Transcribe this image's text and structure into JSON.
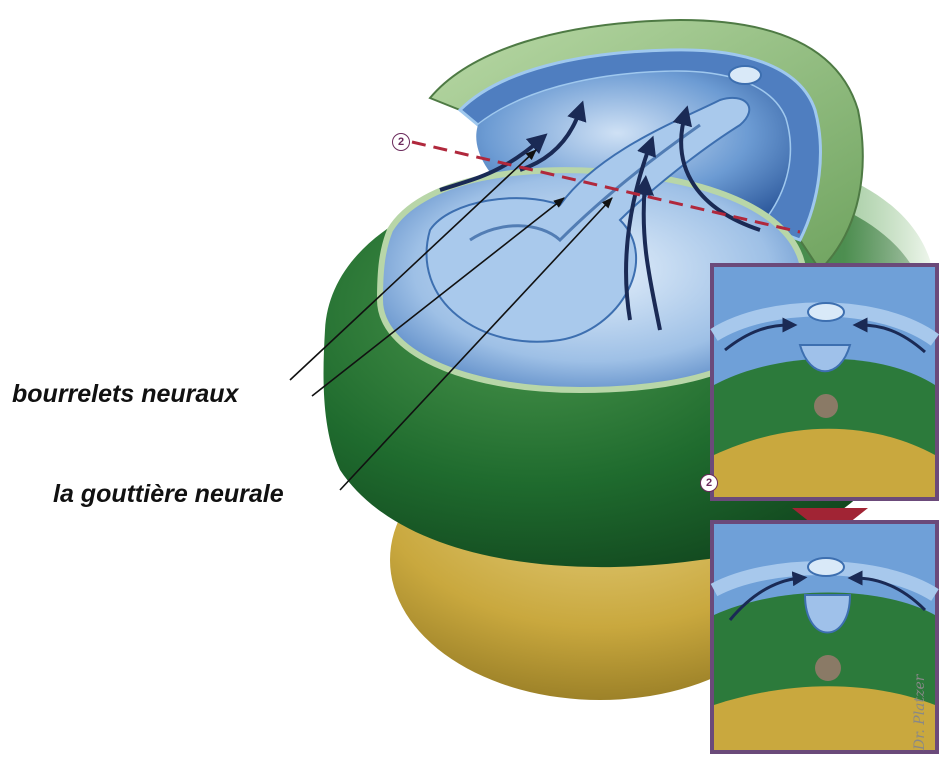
{
  "labels": {
    "neural_folds": "bourrelets neuraux",
    "neural_groove": "la gouttière neurale"
  },
  "section_marker": "2",
  "signature": "Dr. Platzer",
  "colors": {
    "embryo_blue": "#5b8ac6",
    "ectoderm_green": "#1f6b2e",
    "yolk_gold": "#c9a83e",
    "section_line": "#b0283c",
    "inset_frame": "#6b4a7a",
    "arrow_navy": "#1a2a55"
  },
  "icons": [
    "section-marker-icon",
    "down-triangle-icon",
    "signature-icon"
  ]
}
